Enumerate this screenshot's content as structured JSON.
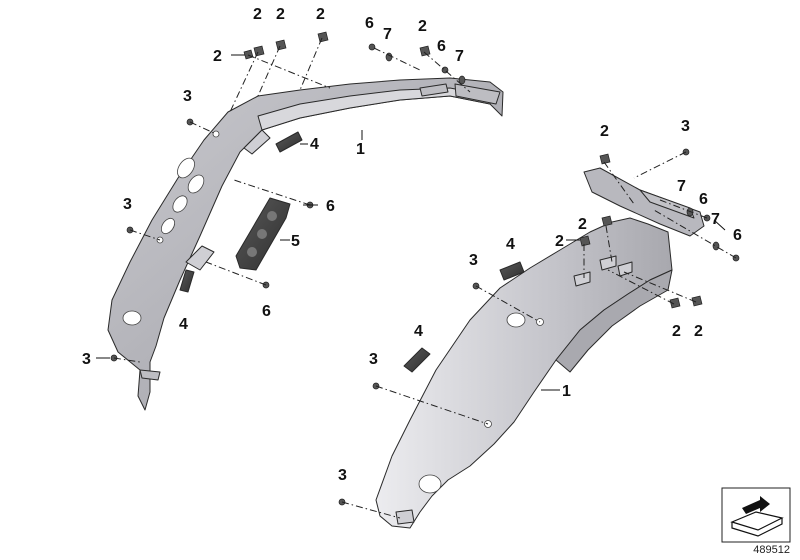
{
  "diagram": {
    "id": "489512",
    "callouts": [
      {
        "name": "part-2-label",
        "text": "2"
      },
      {
        "name": "part-2-label",
        "text": "2"
      },
      {
        "name": "part-2-label",
        "text": "2"
      },
      {
        "name": "part-2-label",
        "text": "2"
      },
      {
        "name": "part-6-label",
        "text": "6"
      },
      {
        "name": "part-7-label",
        "text": "7"
      },
      {
        "name": "part-2-label",
        "text": "2"
      },
      {
        "name": "part-6-label",
        "text": "6"
      },
      {
        "name": "part-7-label",
        "text": "7"
      },
      {
        "name": "part-3-label",
        "text": "3"
      },
      {
        "name": "part-1-label",
        "text": "1"
      },
      {
        "name": "part-4-label",
        "text": "4"
      },
      {
        "name": "part-3-label",
        "text": "3"
      },
      {
        "name": "part-6-label",
        "text": "6"
      },
      {
        "name": "part-5-label",
        "text": "5"
      },
      {
        "name": "part-4-label",
        "text": "4"
      },
      {
        "name": "part-6-label",
        "text": "6"
      },
      {
        "name": "part-3-label",
        "text": "3"
      },
      {
        "name": "part-2-label",
        "text": "2"
      },
      {
        "name": "part-3-label",
        "text": "3"
      },
      {
        "name": "part-7-label",
        "text": "7"
      },
      {
        "name": "part-6-label",
        "text": "6"
      },
      {
        "name": "part-2-label",
        "text": "2"
      },
      {
        "name": "part-7-label",
        "text": "7"
      },
      {
        "name": "part-2-label",
        "text": "2"
      },
      {
        "name": "part-6-label",
        "text": "6"
      },
      {
        "name": "part-4-label",
        "text": "4"
      },
      {
        "name": "part-3-label",
        "text": "3"
      },
      {
        "name": "part-2-label",
        "text": "2"
      },
      {
        "name": "part-2-label",
        "text": "2"
      },
      {
        "name": "part-4-label",
        "text": "4"
      },
      {
        "name": "part-3-label",
        "text": "3"
      },
      {
        "name": "part-1-label",
        "text": "1"
      },
      {
        "name": "part-3-label",
        "text": "3"
      }
    ]
  }
}
